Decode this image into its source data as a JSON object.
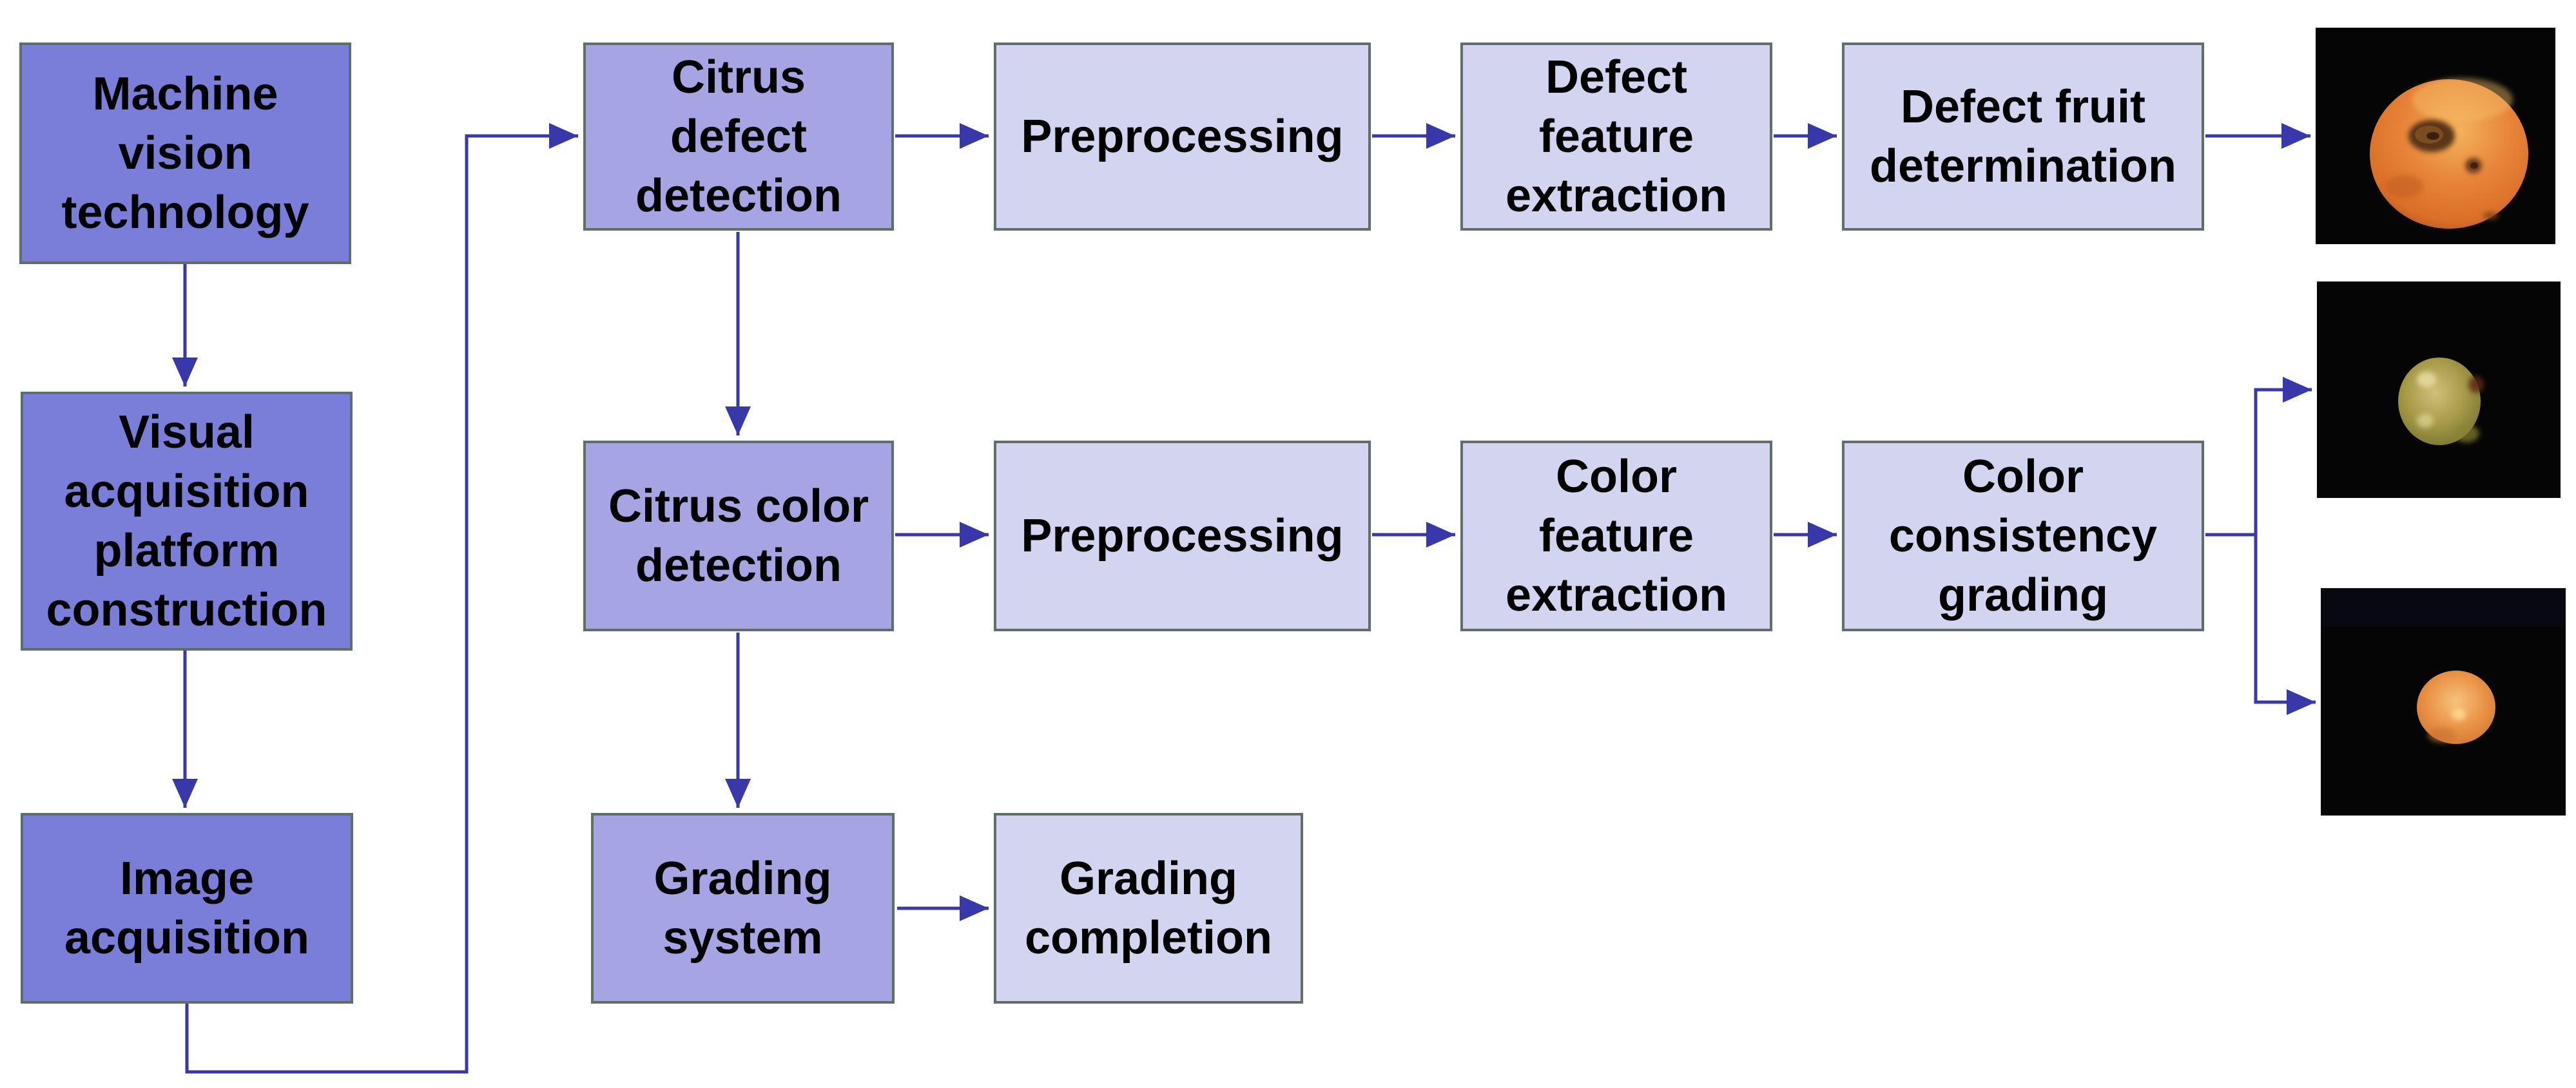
{
  "colors": {
    "bg": "#ffffff",
    "dark_fill": "#7a7ed8",
    "medium_fill": "#a7a4e4",
    "light_fill": "#d3d4f0",
    "node_border": "#5d6f68",
    "arrow": "#3838aa",
    "text": "#000000"
  },
  "nodes": {
    "machine_vision_technology": {
      "label": "Machine\nvision\ntechnology"
    },
    "visual_acquisition_platform_construction": {
      "label": "Visual\nacquisition\nplatform\nconstruction"
    },
    "image_acquisition": {
      "label": "Image\nacquisition"
    },
    "citrus_defect_detection": {
      "label": "Citrus\ndefect\ndetection"
    },
    "citrus_color_detection": {
      "label": "Citrus color\ndetection"
    },
    "grading_system": {
      "label": "Grading\nsystem"
    },
    "preprocessing_defect": {
      "label": "Preprocessing"
    },
    "defect_feature_extraction": {
      "label": "Defect\nfeature\nextraction"
    },
    "defect_fruit_determination": {
      "label": "Defect fruit\ndetermination"
    },
    "preprocessing_color": {
      "label": "Preprocessing"
    },
    "color_feature_extraction": {
      "label": "Color\nfeature\nextraction"
    },
    "color_consistency_grading": {
      "label": "Color\nconsistency\ngrading"
    },
    "grading_completion": {
      "label": "Grading\ncompletion"
    }
  },
  "images": {
    "defect_fruit": {
      "alt": "Orange citrus with brown defect blemishes on black background",
      "base_color": "#e6823a"
    },
    "green_fruit": {
      "alt": "Greenish-yellow citrus on black background",
      "base_color": "#a79a48"
    },
    "orange_fruit": {
      "alt": "Orange citrus on black background",
      "base_color": "#ea9448"
    }
  }
}
